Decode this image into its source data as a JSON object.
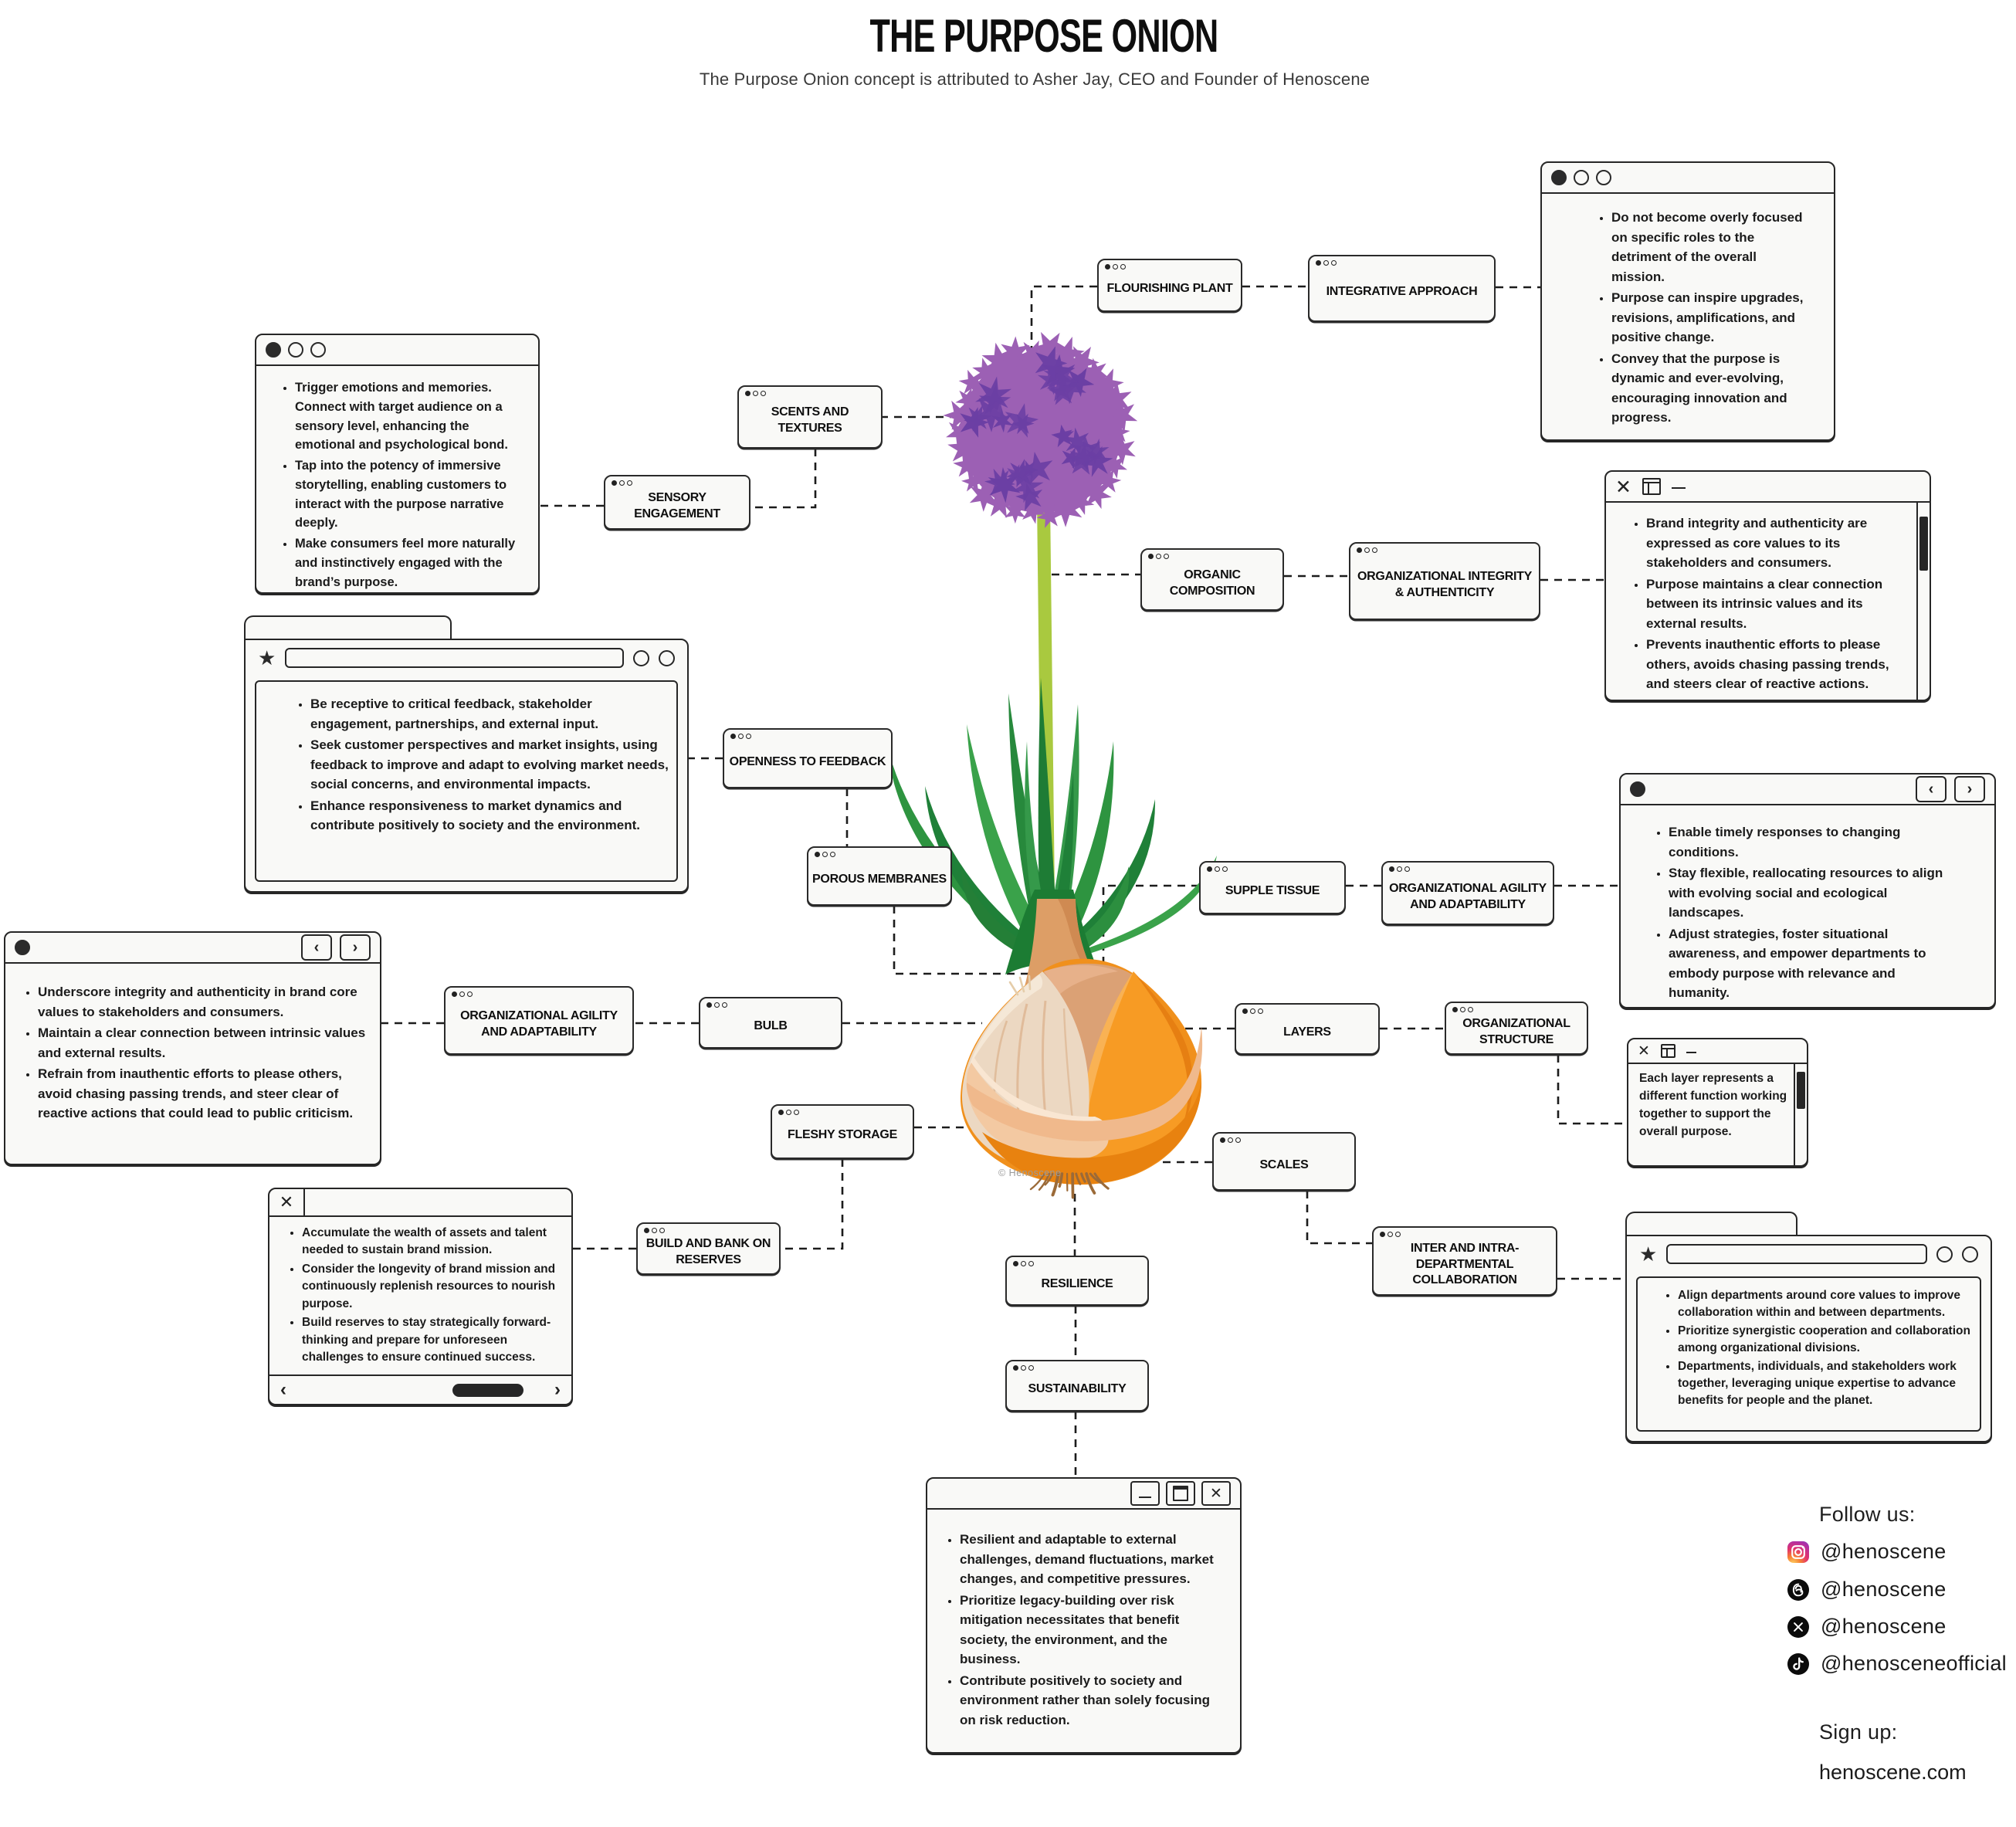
{
  "title": "THE PURPOSE ONION",
  "subtitle": "The Purpose Onion concept is attributed to Asher Jay, CEO and Founder of Henoscene",
  "watermark": "© Henoscene",
  "nodes": [
    {
      "id": "flourishing-plant",
      "text": "FLOURISHING PLANT"
    },
    {
      "id": "integrative-approach",
      "text": "INTEGRATIVE APPROACH"
    },
    {
      "id": "scents-and-textures",
      "text": "SCENTS AND TEXTURES"
    },
    {
      "id": "sensory-engagement",
      "text": "SENSORY ENGAGEMENT"
    },
    {
      "id": "organic-composition",
      "text": "ORGANIC COMPOSITION"
    },
    {
      "id": "organizational-integrity-authenticity",
      "text": "ORGANIZATIONAL INTEGRITY & AUTHENTICITY"
    },
    {
      "id": "openness-to-feedback",
      "text": "OPENNESS TO FEEDBACK"
    },
    {
      "id": "porous-membranes",
      "text": "POROUS MEMBRANES"
    },
    {
      "id": "supple-tissue",
      "text": "SUPPLE TISSUE"
    },
    {
      "id": "organizational-agility-right",
      "text": "ORGANIZATIONAL AGILITY AND ADAPTABILITY"
    },
    {
      "id": "organizational-agility-left",
      "text": "ORGANIZATIONAL AGILITY AND ADAPTABILITY"
    },
    {
      "id": "bulb",
      "text": "BULB"
    },
    {
      "id": "layers",
      "text": "LAYERS"
    },
    {
      "id": "organizational-structure",
      "text": "ORGANIZATIONAL STRUCTURE"
    },
    {
      "id": "fleshy-storage",
      "text": "FLESHY STORAGE"
    },
    {
      "id": "scales",
      "text": "SCALES"
    },
    {
      "id": "build-and-bank-on-reserves",
      "text": "BUILD AND BANK ON RESERVES"
    },
    {
      "id": "inter-intra-departmental-collaboration",
      "text": "INTER AND INTRA- DEPARTMENTAL COLLABORATION"
    },
    {
      "id": "resilience",
      "text": "RESILIENCE"
    },
    {
      "id": "sustainability",
      "text": "SUSTAINABILITY"
    }
  ],
  "windows": {
    "sensory": {
      "bullets": [
        "Trigger emotions and memories. Connect with target audience on a sensory level, enhancing the emotional and psychological bond.",
        "Tap into the potency of immersive storytelling, enabling customers to interact with the purpose narrative deeply.",
        "Make consumers feel more naturally and instinctively engaged with the brand’s purpose."
      ]
    },
    "feedback": {
      "bullets": [
        "Be receptive to critical feedback, stakeholder engagement, partnerships, and external input.",
        "Seek customer perspectives and market insights, using feedback to improve and adapt to evolving market needs, social concerns, and environmental impacts.",
        "Enhance responsiveness to market dynamics and contribute positively to society and the environment."
      ]
    },
    "agility_left": {
      "bullets": [
        " Underscore integrity and authenticity in brand core values to stakeholders and consumers.",
        "Maintain a clear connection between intrinsic values and external results.",
        "Refrain from inauthentic efforts to please others, avoid chasing passing trends, and steer clear of reactive actions that could lead to public criticism."
      ]
    },
    "reserves": {
      "bullets": [
        "Accumulate the wealth of assets and talent needed to sustain brand mission.",
        "Consider the longevity of brand mission and continuously replenish resources to nourish purpose.",
        "Build reserves to stay strategically forward-thinking and prepare for unforeseen challenges to ensure continued success."
      ]
    },
    "sustainability": {
      "bullets": [
        "Resilient and adaptable to external challenges, demand fluctuations, market changes, and competitive pressures.",
        "Prioritize legacy-building over risk mitigation necessitates that benefit society, the environment, and the business.",
        "Contribute positively to society and environment rather than solely focusing on risk reduction."
      ]
    },
    "integrative": {
      "bullets": [
        "Do not become overly focused on specific roles to the detriment of the overall mission.",
        "Purpose can inspire upgrades, revisions, amplifications, and positive change.",
        "Convey that the purpose is dynamic and ever-evolving, encouraging innovation and progress."
      ]
    },
    "integrity": {
      "bullets": [
        " Brand integrity and authenticity are expressed as core values to its stakeholders and consumers.",
        "Purpose maintains a clear connection between its intrinsic values and its external results.",
        "Prevents inauthentic efforts to please others, avoids chasing passing trends, and steers clear of reactive actions."
      ]
    },
    "agility_right": {
      "bullets": [
        "Enable timely responses to changing conditions.",
        "Stay flexible, reallocating resources to align with evolving social and ecological landscapes.",
        "Adjust strategies, foster situational awareness, and empower departments to embody purpose with relevance and humanity."
      ]
    },
    "layers": {
      "text": "Each layer represents a different   function working together to support the overall purpose."
    },
    "collaboration": {
      "bullets": [
        "Align departments around core values to improve collaboration within and between departments.",
        "Prioritize synergistic cooperation and collaboration among  organizational divisions.",
        "Departments, individuals, and stakeholders work together, leveraging unique expertise to advance benefits for people and the planet."
      ]
    }
  },
  "footer": {
    "follow_label": "Follow us:",
    "socials": [
      {
        "network": "instagram",
        "handle": "@henoscene"
      },
      {
        "network": "threads",
        "handle": "@henoscene"
      },
      {
        "network": "x",
        "handle": "@henoscene"
      },
      {
        "network": "tiktok",
        "handle": "@henosceneofficial"
      }
    ],
    "signup_label": "Sign up:",
    "website": "henoscene.com"
  },
  "colors": {
    "flower_base": "#9c60b4",
    "flower_star": "#6b3fa4",
    "stem": "#a8c93e",
    "leaf_dark": "#1f8038",
    "leaf_mid": "#2f9a43",
    "onion_orange": "#f5941e",
    "onion_cream": "#edd9c3",
    "ink": "#1c1c1c"
  }
}
